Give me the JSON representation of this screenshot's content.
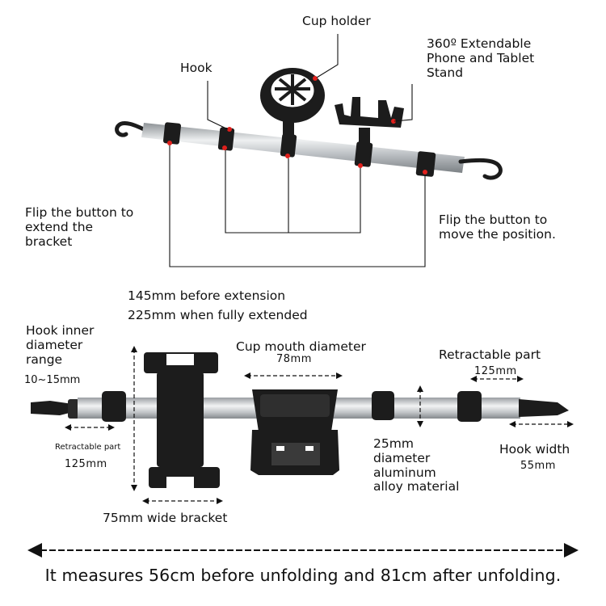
{
  "colors": {
    "tube": "#b8bcc0",
    "tube_highlight": "#e8eaec",
    "plastic": "#1c1c1c",
    "marker_dot": "#e0201c",
    "line": "#111111"
  },
  "top": {
    "cup_holder": "Cup holder",
    "hook": "Hook",
    "stand": [
      "360º Extendable",
      "Phone and Tablet",
      "Stand"
    ],
    "flip_extend": [
      "Flip the button to",
      "extend the",
      "bracket"
    ],
    "flip_move": [
      "Flip the button to",
      "move the position."
    ]
  },
  "bottom_section": {
    "extension_1": "145mm before extension",
    "extension_2": "225mm when fully extended",
    "hook_inner": [
      "Hook inner",
      "diameter",
      "range"
    ],
    "hook_range": "10~15mm",
    "cup_mouth": "Cup mouth diameter",
    "cup_mouth_value": "78mm",
    "retractable_right": "Retractable part",
    "retractable_right_value": "125mm",
    "retractable_left": "Retractable part",
    "retractable_left_value": "125mm",
    "tube_diameter": [
      "25mm",
      "diameter",
      "aluminum",
      "alloy material"
    ],
    "hook_width": "Hook width",
    "hook_width_value": "55mm",
    "bracket_width": "75mm wide bracket",
    "measure": "It measures 56cm before unfolding and 81cm after unfolding."
  }
}
